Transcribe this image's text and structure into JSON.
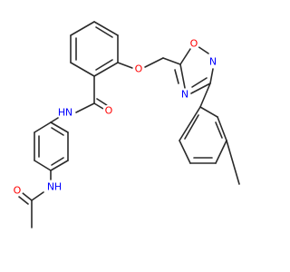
{
  "molecule": {
    "atoms": {
      "O_amide": {
        "label": "O",
        "color": "#ff0000"
      },
      "N_amide": {
        "label": "N",
        "color": "#0000ff"
      },
      "H_amide": {
        "label": "H",
        "color": "#0000ff"
      },
      "O_ether": {
        "label": "O",
        "color": "#ff0000"
      },
      "O_ring": {
        "label": "O",
        "color": "#ff0000"
      },
      "N_ring_upper": {
        "label": "N",
        "color": "#0000ff"
      },
      "N_ring_lower": {
        "label": "N",
        "color": "#0000ff"
      },
      "O_acetyl": {
        "label": "O",
        "color": "#ff0000"
      },
      "N_acetyl": {
        "label": "N",
        "color": "#0000ff"
      },
      "H_acetyl": {
        "label": "H",
        "color": "#0000ff"
      }
    },
    "bond_color": "#2a2a2a"
  }
}
